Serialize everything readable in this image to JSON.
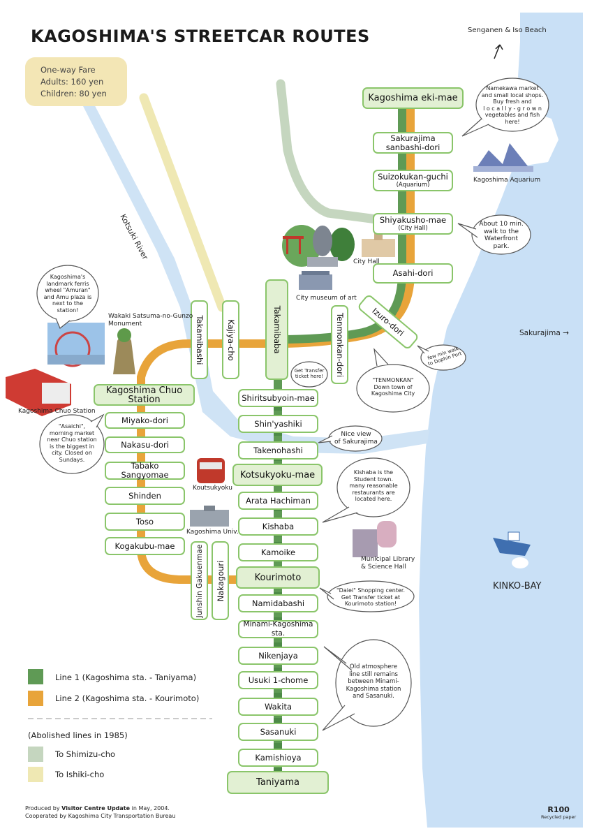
{
  "title": "KAGOSHIMA'S STREETCAR ROUTES",
  "fare": {
    "heading": "One-way Fare",
    "adults": "Adults:   160 yen",
    "children": "Children:  80 yen"
  },
  "colors": {
    "line1": "#5f9a55",
    "line2": "#e8a43a",
    "shimizu": "#c5d6bf",
    "ishiki": "#efe8b3",
    "river": "#cfe3f5",
    "bay": "#c9e0f6",
    "station_border": "#8ac56a",
    "station_fill": "#e2f0d3"
  },
  "stations_line1_main": {
    "kagoshima_eki_mae": "Kagoshima eki-mae",
    "sakurajima_sanbashi_1": "Sakurajima",
    "sakurajima_sanbashi_2": "sanbashi-dori",
    "suizokukan": "Suizokukan-guchi",
    "suizokukan_sub": "(Aquarium)",
    "shiyakusho": "Shiyakusho-mae",
    "shiyakusho_sub": "(City Hall)",
    "asahi": "Asahi-dori",
    "izuro": "Izuro-dori",
    "tenmonkan": "Tenmonkan-dori",
    "takamibaba": "Takamibaba",
    "kajiya": "Kajiya-cho",
    "takamibashi": "Takamibashi",
    "shiritsubyoin": "Shiritsubyoin-mae",
    "shinyashiki": "Shin'yashiki",
    "takenohashi": "Takenohashi",
    "kotsukyoku": "Kotsukyoku-mae",
    "arata": "Arata Hachiman",
    "kishaba": "Kishaba",
    "kamoike": "Kamoike",
    "kourimoto": "Kourimoto",
    "namidabashi": "Namidabashi",
    "minami": "Minami-Kagoshima sta.",
    "nikenjaya": "Nikenjaya",
    "usuki": "Usuki 1-chome",
    "wakita": "Wakita",
    "sasanuki": "Sasanuki",
    "kamishioya": "Kamishioya",
    "taniyama": "Taniyama"
  },
  "stations_line2": {
    "chuo": "Kagoshima Chuo Station",
    "miyako": "Miyako-dori",
    "nakasu": "Nakasu-dori",
    "tabako": "Tabako Sangyomae",
    "shinden": "Shinden",
    "toso": "Toso",
    "kogakubu": "Kogakubu-mae",
    "junshin": "Junshin Gakuenmae",
    "nakagouri": "Nakagouri"
  },
  "labels": {
    "senganen": "Senganen & Iso Beach",
    "aquarium": "Kagoshima Aquarium",
    "city_hall": "City Hall",
    "city_museum": "City museum of art",
    "river": "Kotsuki River",
    "monument_1": "Wakaki Satsuma-no-Gunzo",
    "monument_2": "Monument",
    "chuo_station": "Kagoshima Chuo Station",
    "koutsukyoku": "Koutsukyoku",
    "univ": "Kagoshima Univ.",
    "library_1": "Municipal Library",
    "library_2": "& Science Hall",
    "sakurajima": "Sakurajima →",
    "bay": "KINKO-BAY"
  },
  "bubbles": {
    "namekawa": [
      "Namekawa market",
      "and small local shops.",
      "Buy      fresh      and",
      "l o c a l l y - g r o w n",
      "vegetables and fish",
      "here!"
    ],
    "waterfront": [
      "About 10 min.",
      "walk to the",
      "Waterfront",
      "park."
    ],
    "amuran": [
      "Kagoshima's",
      "landmark ferris",
      "wheel \"Amuran\"",
      "and Amu plaza is",
      "next to the",
      "station!"
    ],
    "transfer": [
      "Get Transfer",
      "ticket here!"
    ],
    "tenmonkan": [
      "\"TENMONKAN\"",
      "Down town of",
      "Kagoshima City"
    ],
    "dolphin": [
      "few min walk",
      "to Dophin Port"
    ],
    "asaichi": [
      "\"Asaichi\",",
      "morning market",
      "near Chuo station",
      "is the biggest in",
      "city. Closed on",
      "Sundays."
    ],
    "nice_view": [
      "Nice view",
      "of Sakurajima"
    ],
    "kishaba": [
      "Kishaba is the",
      "Student town.",
      "many reasonable",
      "restaurants are",
      "located here."
    ],
    "daiei": [
      "\"Daiei\" Shopping center.",
      "Get Transfer ticket at",
      "Kourimoto station!"
    ],
    "old_line": [
      "Old atmosphere",
      "line still remains",
      "between Minami-",
      "Kagoshima station",
      "and Sasanuki."
    ]
  },
  "legend": {
    "line1": "Line 1  (Kagoshima sta. - Taniyama)",
    "line2": "Line 2  (Kagoshima sta. - Kourimoto)",
    "abolished": "(Abolished lines in 1985)",
    "shimizu": "To Shimizu-cho",
    "ishiki": "To Ishiki-cho"
  },
  "footer": {
    "produced_prefix": "Produced by ",
    "produced_bold": "Visitor Centre Update",
    "produced_suffix": " in May, 2004.",
    "cooperated": "Cooperated by Kagoshima City Transportation Bureau",
    "recycle_mark": "R100",
    "recycle": "Recycled paper"
  }
}
